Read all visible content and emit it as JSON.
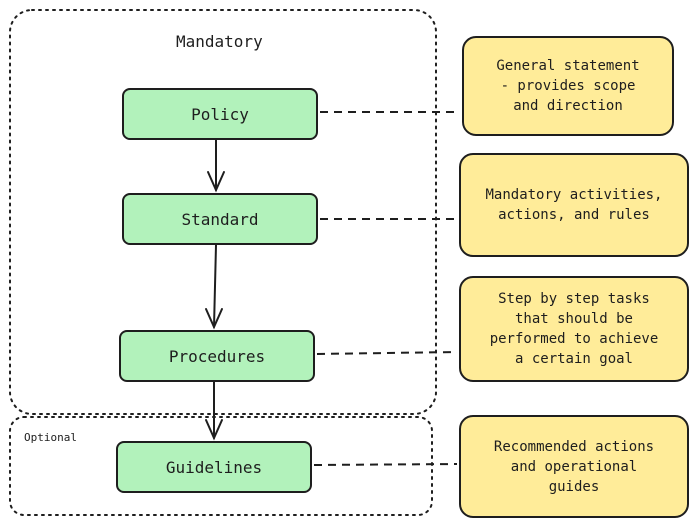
{
  "groups": {
    "mandatory_label": "Mandatory",
    "optional_label": "Optional"
  },
  "nodes": {
    "policy": "Policy",
    "standard": "Standard",
    "procedures": "Procedures",
    "guidelines": "Guidelines"
  },
  "notes": {
    "policy": "General statement\n- provides scope\nand direction",
    "standard": "Mandatory activities,\nactions, and rules",
    "procedures": "Step by step tasks\nthat should be\nperformed to achieve\na certain goal",
    "guidelines": "Recommended actions\nand operational\nguides"
  },
  "colors": {
    "node_fill": "#b2f2bb",
    "note_fill": "#ffec99",
    "stroke": "#1e1e1e"
  }
}
